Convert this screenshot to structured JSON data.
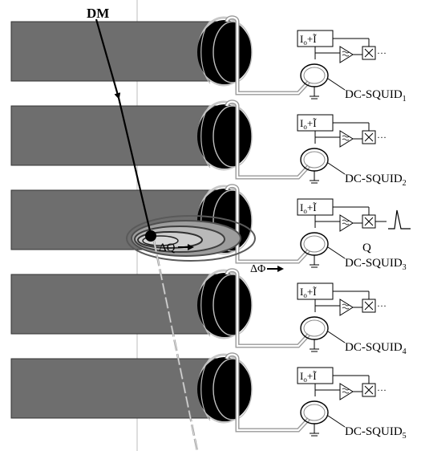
{
  "labels": {
    "dm": "DM",
    "delta_q": "ΔQ",
    "delta_phi": "ΔΦ",
    "q": "Q"
  },
  "detectors": [
    {
      "bias_main": "I",
      "bias_sub": "o",
      "bias_plus": "+",
      "bias_tilde": "Ĩ",
      "squid_name": "DC-SQUID",
      "squid_index": "1"
    },
    {
      "bias_main": "I",
      "bias_sub": "o",
      "bias_plus": "+",
      "bias_tilde": "Ĩ",
      "squid_name": "DC-SQUID",
      "squid_index": "2"
    },
    {
      "bias_main": "I",
      "bias_sub": "o",
      "bias_plus": "+",
      "bias_tilde": "Ĩ",
      "squid_name": "DC-SQUID",
      "squid_index": "3"
    },
    {
      "bias_main": "I",
      "bias_sub": "o",
      "bias_plus": "+",
      "bias_tilde": "Ĩ",
      "squid_name": "DC-SQUID",
      "squid_index": "4"
    },
    {
      "bias_main": "I",
      "bias_sub": "o",
      "bias_plus": "+",
      "bias_tilde": "Ĩ",
      "squid_name": "DC-SQUID",
      "squid_index": "5"
    }
  ],
  "event_detector": 3,
  "colors": {
    "crystal": "#6e6e6e",
    "coil": "#000000",
    "wire": "#9a9a9a",
    "cloud_dark": "#4a4a4a",
    "cloud_mid": "#8a8a8a",
    "cloud_light": "#bdbdbd"
  }
}
